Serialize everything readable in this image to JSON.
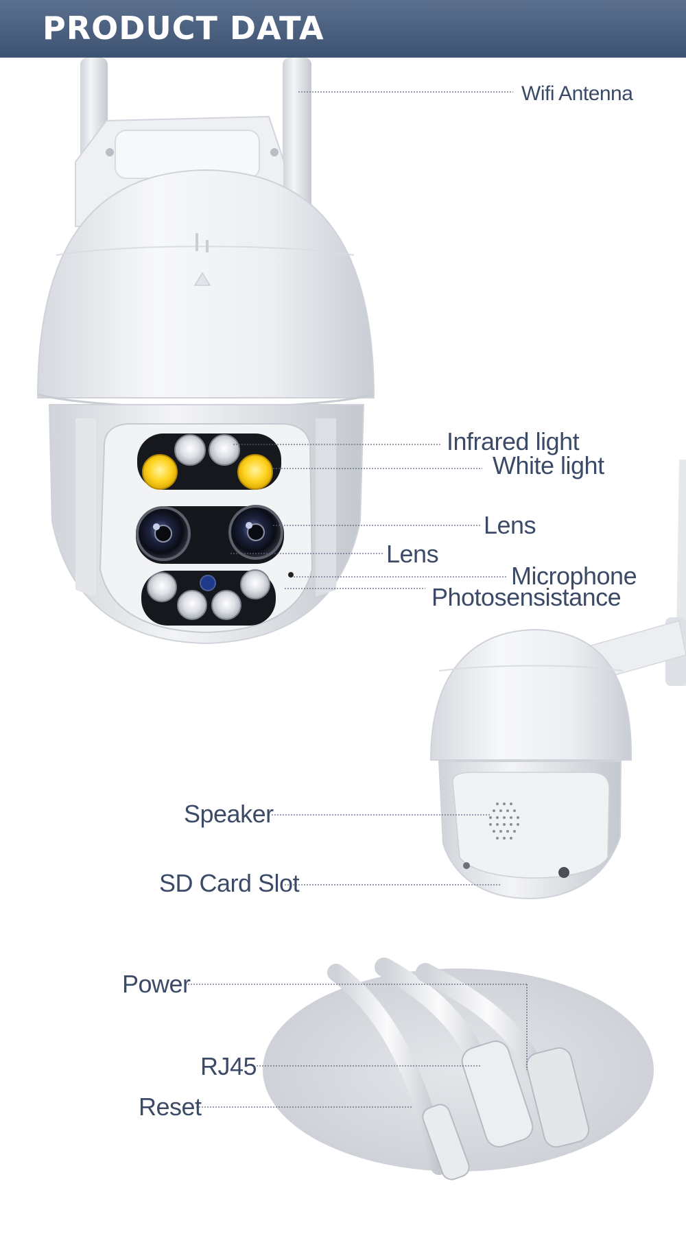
{
  "header": {
    "title": "PRODUCT DATA"
  },
  "labels": {
    "wifi_antenna": "Wifi Antenna",
    "infrared_light": "Infrared light",
    "white_light": "White light",
    "lens_1": "Lens",
    "lens_2": "Lens",
    "microphone": "Microphone",
    "photosensistance": "Photosensistance",
    "speaker": "Speaker",
    "sd_card_slot": "SD Card Slot",
    "power": "Power",
    "rj45": "RJ45",
    "reset": "Reset"
  },
  "colors": {
    "banner": "#4a5d7e",
    "label_text": "#3b4a66",
    "white_led": "#ffd21f"
  }
}
